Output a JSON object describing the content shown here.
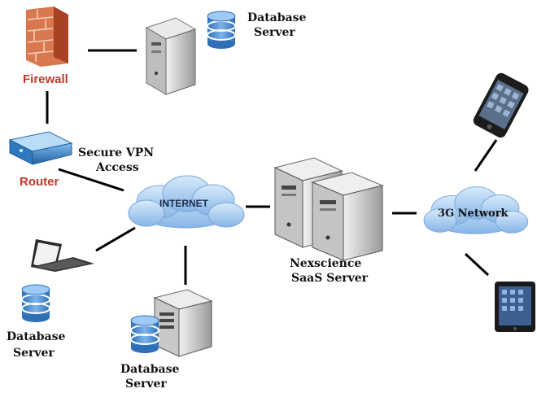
{
  "nodes": {
    "firewall": {
      "label": "Firewall"
    },
    "router": {
      "label": "Router"
    },
    "db_server_top": {
      "label_line1": "Database",
      "label_line2": "Server"
    },
    "vpn": {
      "label_line1": "Secure VPN",
      "label_line2": "Access"
    },
    "internet": {
      "label": "INTERNET"
    },
    "saas": {
      "label_line1": "Nexscience",
      "label_line2": "SaaS Server"
    },
    "network_3g": {
      "label": "3G Network"
    },
    "db_server_left": {
      "label_line1": "Database",
      "label_line2": "Server"
    },
    "db_server_bottom": {
      "label_line1": "Database",
      "label_line2": "Server"
    }
  },
  "colors": {
    "firewall_brick": "#c8502a",
    "router_body": "#3a86c8",
    "cloud": "#a9cdf0",
    "db_cylinder": "#4a8fd6",
    "server_body": "#d8d8d8",
    "label_red": "#c0392b"
  },
  "icons": [
    "firewall-icon",
    "router-icon",
    "server-icon",
    "database-icon",
    "cloud-icon",
    "laptop-icon",
    "smartphone-icon",
    "tablet-icon"
  ]
}
